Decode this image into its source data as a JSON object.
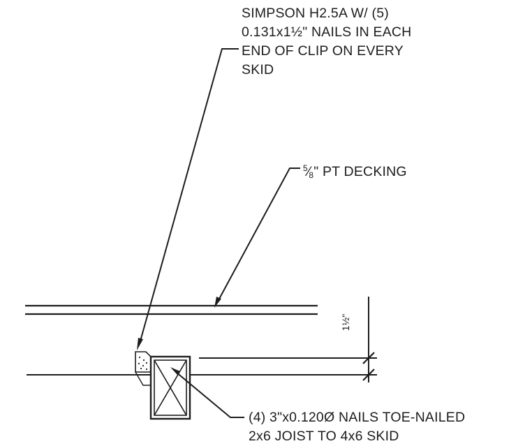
{
  "notes": {
    "simpson": {
      "lines": [
        "SIMPSON H2.5A W/ (5)",
        "0.131x1½\" NAILS IN EACH",
        "END OF CLIP ON EVERY",
        "SKID"
      ]
    },
    "decking": {
      "fraction_numerator": "5",
      "fraction_denominator": "8",
      "text": "\" PT DECKING"
    },
    "nails": {
      "lines": [
        "(4) 3\"x0.120Ø NAILS TOE-NAILED",
        "2x6 JOIST TO 4x6 SKID"
      ]
    }
  },
  "dimension": {
    "label": "1½\""
  },
  "colors": {
    "ink": "#1c1c1c",
    "background": "#ffffff"
  }
}
